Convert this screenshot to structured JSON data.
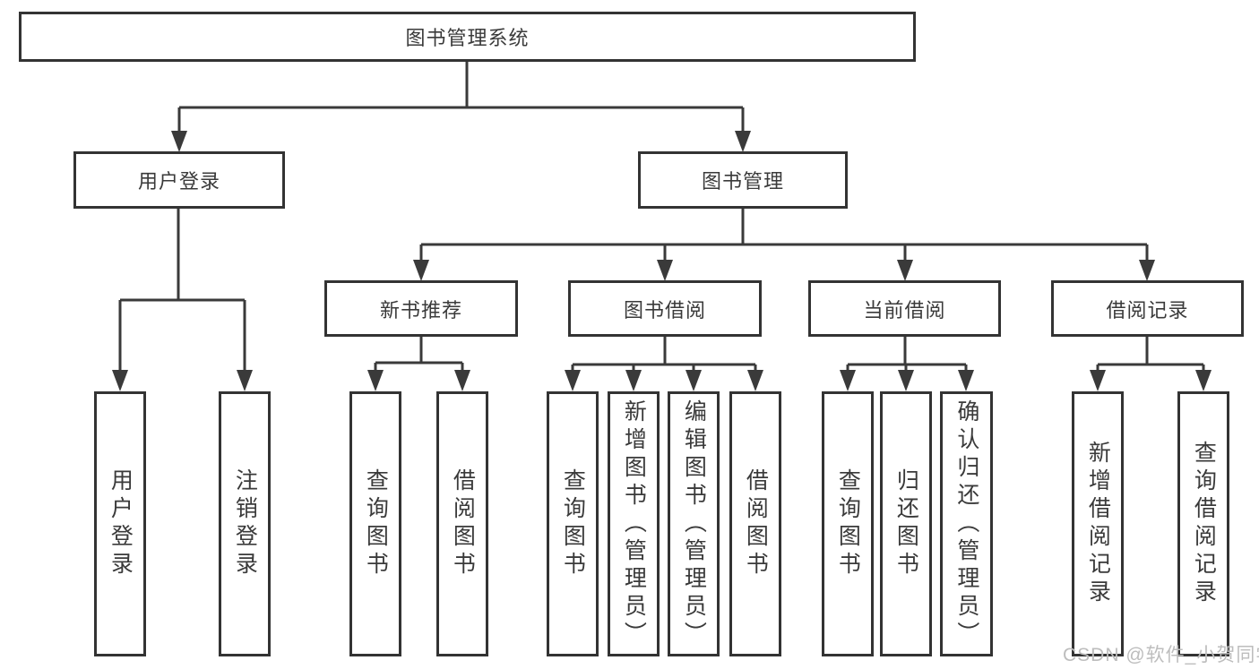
{
  "diagram": {
    "title": "图书管理系统",
    "level2": [
      {
        "label": "用户登录"
      },
      {
        "label": "图书管理"
      }
    ],
    "level3": [
      {
        "label": "新书推荐"
      },
      {
        "label": "图书借阅"
      },
      {
        "label": "当前借阅"
      },
      {
        "label": "借阅记录"
      }
    ],
    "leaves": [
      {
        "label": "用户登录"
      },
      {
        "label": "注销登录"
      },
      {
        "label": "查询图书"
      },
      {
        "label": "借阅图书"
      },
      {
        "label": "查询图书"
      },
      {
        "label": "新增图书（管理员）"
      },
      {
        "label": "编辑图书（管理员）"
      },
      {
        "label": "借阅图书"
      },
      {
        "label": "查询图书"
      },
      {
        "label": "归还图书"
      },
      {
        "label": "确认归还（管理员）"
      },
      {
        "label": "新增借阅记录"
      },
      {
        "label": "查询借阅记录"
      }
    ]
  },
  "watermark": {
    "text": "CSDN @软件_小贺同学",
    "color": "#bdbdbd"
  },
  "colors": {
    "background": "#ffffff",
    "box_border": "#333333",
    "line": "#3a3a3a",
    "text": "#3a3a3a"
  }
}
